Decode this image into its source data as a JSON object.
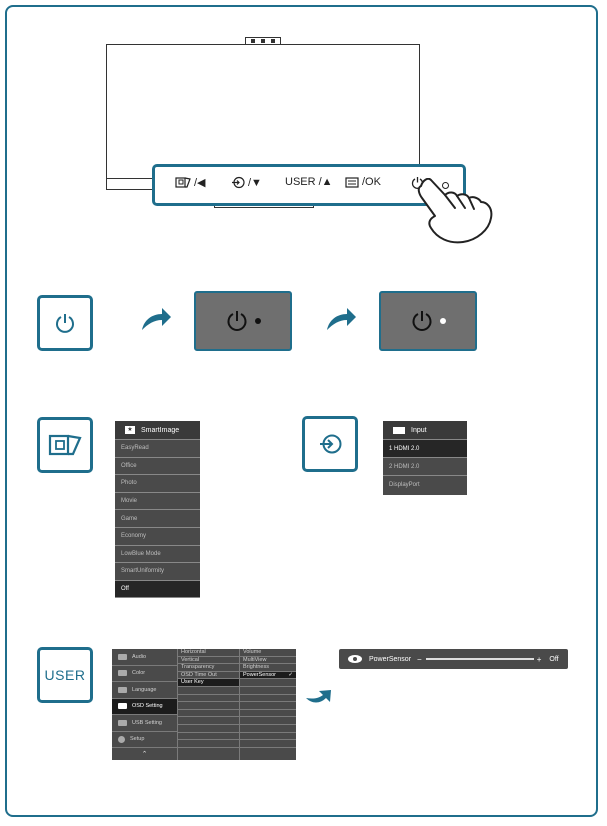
{
  "controls": {
    "smartimage_label": "/◀",
    "input_label": "/▼",
    "user_label": "USER /▲",
    "menu_label": "/OK"
  },
  "icons": {
    "user_box_label": "USER"
  },
  "colors": {
    "accent": "#1f6e8c",
    "panel_gray": "#6f6f6f",
    "menu_dark": "#4a4a4a"
  },
  "smartimage_menu": {
    "title": "SmartImage",
    "items": [
      "EasyRead",
      "Office",
      "Photo",
      "Movie",
      "Game",
      "Economy",
      "LowBlue Mode",
      "SmartUniformity",
      "Off"
    ],
    "selected_index": 8
  },
  "input_menu": {
    "title": "Input",
    "items": [
      "1 HDMI 2.0",
      "2 HDMI 2.0",
      "DisplayPort"
    ],
    "selected_index": 0
  },
  "osd_menu": {
    "left_items": [
      "Audio",
      "Color",
      "Language",
      "OSD Setting",
      "USB Setting",
      "Setup"
    ],
    "left_selected_index": 3,
    "middle_items": [
      "Horizontal",
      "Vertical",
      "Transparency",
      "OSD Time Out",
      "User Key",
      "",
      "",
      "",
      "",
      "",
      "",
      "",
      ""
    ],
    "middle_selected_index": 4,
    "right_items": [
      "Volume",
      "MultiView",
      "Brightness",
      "PowerSensor",
      "",
      "",
      "",
      "",
      "",
      "",
      "",
      "",
      ""
    ],
    "right_selected_index": 3,
    "checkmark": "✓"
  },
  "powersensor_bar": {
    "label": "PowerSensor",
    "minus": "−",
    "plus": "+",
    "value": "Off"
  }
}
